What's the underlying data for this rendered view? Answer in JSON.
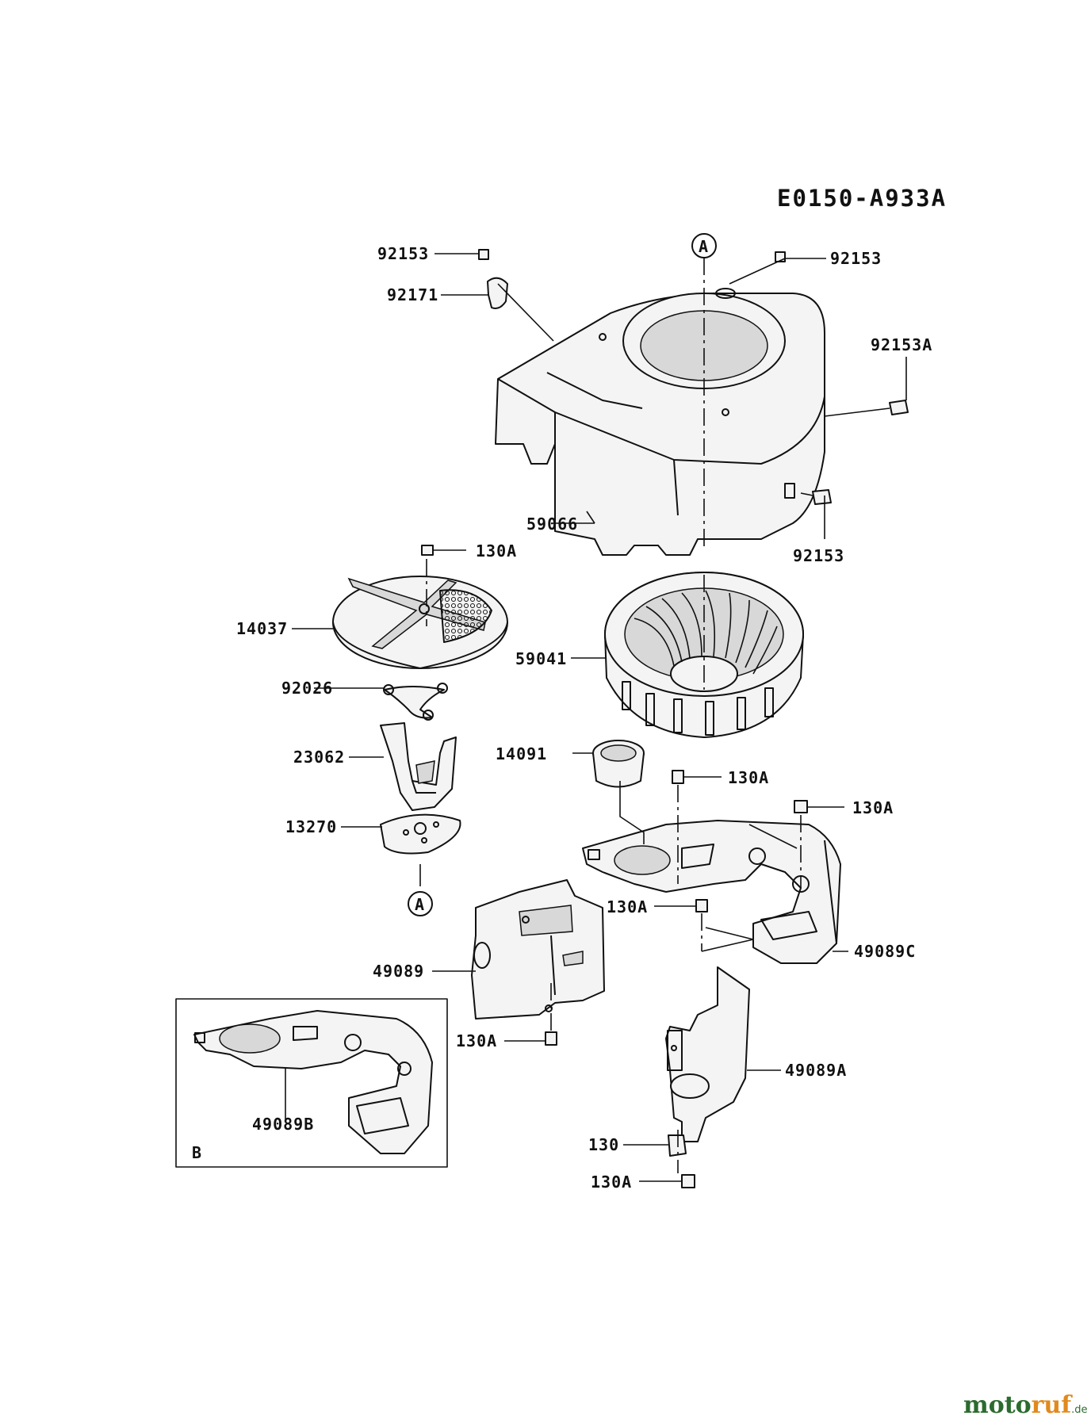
{
  "diagram_code": "E0150-A933A",
  "callouts": {
    "a_top": "A",
    "a_bottom": "A",
    "inset_b": "B"
  },
  "labels": {
    "p92153_top_left": "92153",
    "p92171": "92171",
    "p92153_top_right": "92153",
    "p92153A": "92153A",
    "p59066": "59066",
    "p92153_right": "92153",
    "p130A_1": "130A",
    "p14037": "14037",
    "p59041": "59041",
    "p92026": "92026",
    "p23062": "23062",
    "p14091": "14091",
    "p130A_2": "130A",
    "p130A_3": "130A",
    "p13270": "13270",
    "p130A_4": "130A",
    "p49089C": "49089C",
    "p49089": "49089",
    "p130A_5": "130A",
    "p49089A": "49089A",
    "p49089B": "49089B",
    "p130": "130",
    "p130A_6": "130A"
  },
  "watermark": {
    "part1": "moto",
    "part2": "ruf",
    "suffix": ".de"
  }
}
